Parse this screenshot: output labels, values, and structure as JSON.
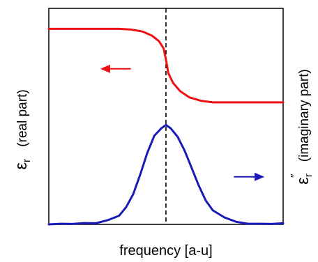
{
  "chart_data": {
    "type": "line",
    "title": "",
    "xlabel": "frequency [a-u]",
    "ylabel_left": {
      "symbol": "ε",
      "sub": "r",
      "sup": "",
      "text": "(real part)"
    },
    "ylabel_right": {
      "symbol": "ε",
      "sub": "r",
      "sup": "′′",
      "text": "(imaginary part)"
    },
    "xlim": [
      0,
      1
    ],
    "ylim": [
      0,
      1
    ],
    "ticks": "none",
    "grid": false,
    "legend": "none",
    "reference_line": {
      "x": 0.5,
      "style": "dashed",
      "color": "#000000"
    },
    "series": [
      {
        "axis": "left",
        "color": "#ee1111",
        "x": [
          0.0,
          0.1,
          0.2,
          0.3,
          0.35,
          0.4,
          0.44,
          0.47,
          0.49,
          0.5,
          0.51,
          0.53,
          0.56,
          0.6,
          0.65,
          0.7,
          0.8,
          0.9,
          1.0
        ],
        "y": [
          0.905,
          0.905,
          0.905,
          0.905,
          0.902,
          0.893,
          0.874,
          0.848,
          0.815,
          0.763,
          0.7,
          0.655,
          0.617,
          0.588,
          0.572,
          0.565,
          0.565,
          0.565,
          0.565
        ]
      },
      {
        "axis": "right",
        "color": "#1a1ab8",
        "x": [
          0.0,
          0.05,
          0.1,
          0.15,
          0.2,
          0.25,
          0.3,
          0.33,
          0.36,
          0.39,
          0.42,
          0.45,
          0.48,
          0.5,
          0.52,
          0.55,
          0.58,
          0.61,
          0.64,
          0.67,
          0.7,
          0.75,
          0.8,
          0.85,
          0.9,
          0.95,
          1.0
        ],
        "y": [
          0.0,
          0.003,
          0.002,
          0.006,
          0.005,
          0.019,
          0.04,
          0.08,
          0.14,
          0.23,
          0.33,
          0.41,
          0.445,
          0.46,
          0.445,
          0.405,
          0.34,
          0.26,
          0.18,
          0.11,
          0.065,
          0.032,
          0.012,
          0.003,
          0.003,
          0.002,
          0.005
        ]
      }
    ],
    "annotations": [
      {
        "type": "arrow",
        "direction": "left",
        "color": "#ee1111",
        "x": [
          0.35,
          0.22
        ],
        "y": 0.72
      },
      {
        "type": "arrow",
        "direction": "right",
        "color": "#1a1ab8",
        "x": [
          0.79,
          0.92
        ],
        "y": 0.22
      }
    ]
  }
}
